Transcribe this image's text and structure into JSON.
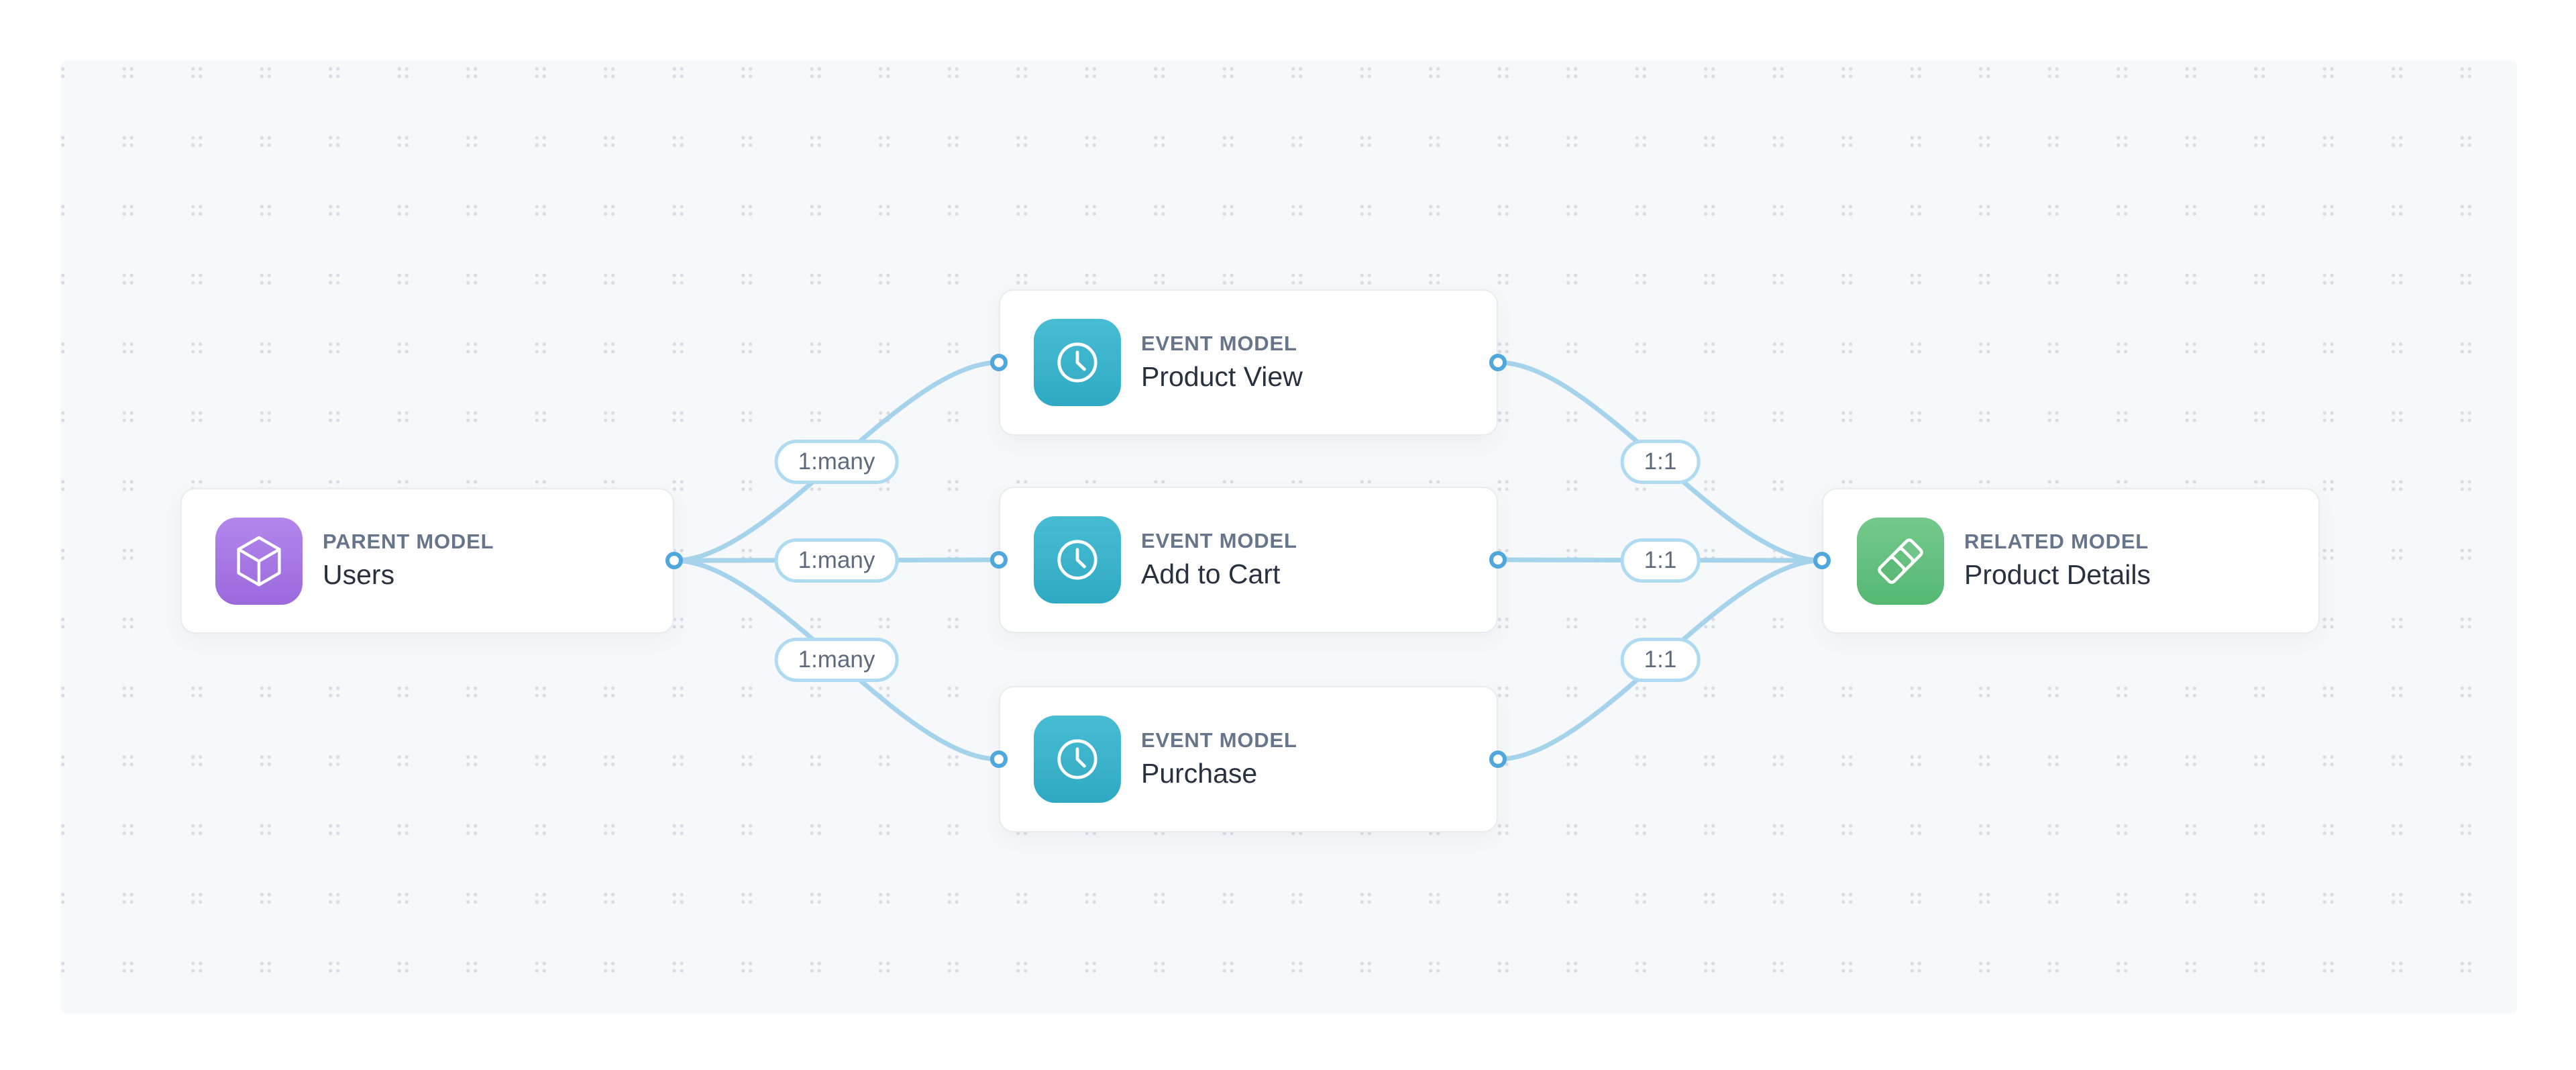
{
  "canvas": {
    "background_color": "#f7f8fa",
    "dot_color": "#d8dde5"
  },
  "diagram": {
    "nodes": [
      {
        "id": "users",
        "type_label": "PARENT MODEL",
        "title": "Users",
        "icon": "cube-icon",
        "accent": "#a678e6"
      },
      {
        "id": "product-view",
        "type_label": "EVENT MODEL",
        "title": "Product View",
        "icon": "clock-icon",
        "accent": "#3bb3cb"
      },
      {
        "id": "add-to-cart",
        "type_label": "EVENT MODEL",
        "title": "Add to Cart",
        "icon": "clock-icon",
        "accent": "#3bb3cb"
      },
      {
        "id": "purchase",
        "type_label": "EVENT MODEL",
        "title": "Purchase",
        "icon": "clock-icon",
        "accent": "#3bb3cb"
      },
      {
        "id": "product-details",
        "type_label": "RELATED MODEL",
        "title": "Product Details",
        "icon": "layers-icon",
        "accent": "#64c07e"
      }
    ],
    "edges": [
      {
        "from": "users",
        "to": "product-view",
        "label": "1:many"
      },
      {
        "from": "users",
        "to": "add-to-cart",
        "label": "1:many"
      },
      {
        "from": "users",
        "to": "purchase",
        "label": "1:many"
      },
      {
        "from": "product-view",
        "to": "product-details",
        "label": "1:1"
      },
      {
        "from": "add-to-cart",
        "to": "product-details",
        "label": "1:1"
      },
      {
        "from": "purchase",
        "to": "product-details",
        "label": "1:1"
      }
    ],
    "edge_color": "#a6d3ec",
    "port_color": "#4fa7db",
    "pill_border_color": "#aedbf2"
  }
}
